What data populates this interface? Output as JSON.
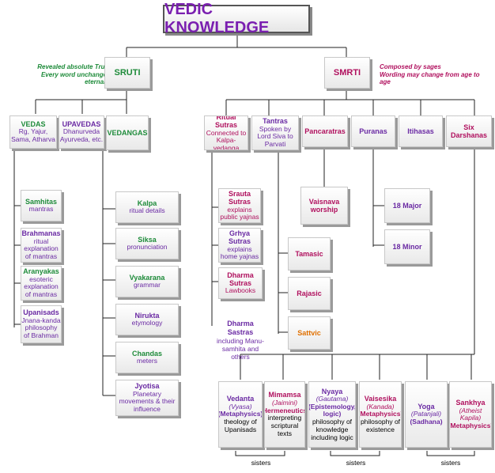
{
  "title": "VEDIC KNOWLEDGE",
  "sruti": {
    "label": "SRUTI",
    "note_line1": "Revealed absolute Truth",
    "note_line2": "Every word unchanged eternally",
    "vedas": {
      "title": "VEDAS",
      "desc": "Rg, Yajur, Sama, Atharva"
    },
    "upavedas": {
      "title": "UPAVEDAS",
      "desc": "Dhanurveda Ayurveda, etc."
    },
    "vedangas": {
      "title": "VEDANGAS"
    },
    "veda_parts": [
      {
        "title": "Samhitas",
        "desc": "mantras"
      },
      {
        "title": "Brahmanas",
        "desc": "ritual explanation of mantras"
      },
      {
        "title": "Aranyakas",
        "desc": "esoteric explanation of mantras"
      },
      {
        "title": "Upanisads",
        "desc": "Jnana-kanda philosophy of Brahman"
      }
    ],
    "vedanga_parts": [
      {
        "title": "Kalpa",
        "desc": "ritual details"
      },
      {
        "title": "Siksa",
        "desc": "pronunciation"
      },
      {
        "title": "Vyakarana",
        "desc": "grammar"
      },
      {
        "title": "Nirukta",
        "desc": "etymology"
      },
      {
        "title": "Chandas",
        "desc": "meters"
      },
      {
        "title": "Jyotisa",
        "desc": "Planetary movements & their influence"
      }
    ]
  },
  "smrti": {
    "label": "SMRTI",
    "note_line1": "Composed by sages",
    "note_line2": "Wording may change from age to age",
    "ritual_sutras": {
      "title": "Ritual Sutras",
      "desc": "Connected to Kalpa-vedanga"
    },
    "tantras": {
      "title": "Tantras",
      "desc": "Spoken by Lord Siva to Parvati"
    },
    "pancaratras": {
      "title": "Pancaratras"
    },
    "puranas": {
      "title": "Puranas"
    },
    "itihasas": {
      "title": "Itihasas"
    },
    "six_darshanas": {
      "title": "Six Darshanas"
    },
    "sutras": [
      {
        "title": "Srauta Sutras",
        "desc": "explains public yajnas"
      },
      {
        "title": "Grhya Sutras",
        "desc": "explains home yajnas"
      },
      {
        "title": "Dharma Sutras",
        "desc": "Lawbooks"
      }
    ],
    "dharma_sastras": {
      "title": "Dharma Sastras",
      "desc": "including Manu-samhita and others"
    },
    "vaisnava": {
      "line1": "Vaisnava",
      "line2": "worship"
    },
    "major": "18 Major",
    "minor": "18 Minor",
    "gunas": [
      "Tamasic",
      "Rajasic",
      "Sattvic"
    ],
    "darshanas": [
      {
        "name": "Vedanta",
        "sage": "(Vyasa)",
        "tag": "(Metaphysics)",
        "desc": "theology of Upanisads"
      },
      {
        "name": "Mimamsa",
        "sage": "(Jaimini)",
        "tag": "(Hermeneutics)",
        "desc": "interpreting scriptural texts"
      },
      {
        "name": "Nyaya",
        "sage": "(Gautama)",
        "tag": "(Epistemology, logic)",
        "desc": "philosophy of knowledge including logic"
      },
      {
        "name": "Vaisesika",
        "sage": "(Kanada)",
        "tag": "(Metaphysics)",
        "desc": "philosophy of existence"
      },
      {
        "name": "Yoga",
        "sage": "(Patanjali)",
        "tag": "(Sadhana)",
        "desc": ""
      },
      {
        "name": "Sankhya",
        "sage": "(Atheist Kapila)",
        "tag": "(Metaphysics)",
        "desc": ""
      }
    ],
    "sisters": [
      "sisters",
      "sisters",
      "sisters"
    ]
  }
}
